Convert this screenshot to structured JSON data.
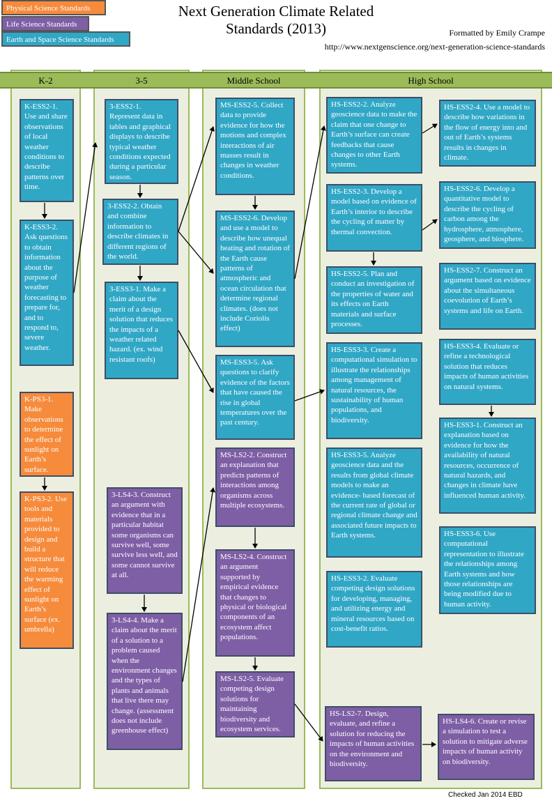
{
  "legend": {
    "physical": "Physical Science Standards",
    "life": "Life Science Standards",
    "earth": "Earth and Space Science Standards"
  },
  "title": "Next Generation Climate Related Standards (2013)",
  "credit": "Formatted by Emily Crampe",
  "url": "http://www.nextgenscience.org/next-generation-science-standards",
  "columns": [
    "K-2",
    "3-5",
    "Middle School",
    "High School"
  ],
  "colors": {
    "physical": "#f68b3c",
    "life": "#7e5fa5",
    "earth": "#31a7c6",
    "column_border": "#9bbb59",
    "column_bg": "#ecefe0"
  },
  "standards": {
    "k_ess2_1": "K-ESS2-1. Use and share observations of local weather conditions to describe patterns over time.",
    "k_ess3_2": "K-ESS3-2. Ask questions to obtain information about the purpose of weather forecasting to prepare for, and to respond to, severe weather.",
    "k_ps3_1": "K-PS3-1. Make observations to determine the effect of sunlight on Earth’s surface.",
    "k_ps3_2": "K-PS3-2. Use tools and materials provided to design and build a structure that will reduce the warming effect of sunlight on Earth’s surface (ex. umbrella)",
    "g3_ess2_1": "3-ESS2-1. Represent data in tables and graphical displays to describe typical weather conditions expected during a particular season.",
    "g3_ess2_2": "3-ESS2-2. Obtain and combine information to describe climates in different regions of the world.",
    "g3_ess3_1": "3-ESS3-1. Make a claim about the merit of a design solution that reduces the impacts of a weather related hazard. (ex. wind resistant roofs)",
    "g3_ls4_3": "3-LS4-3. Construct an argument with evidence that in a particular habitat some organisms can survive well, some survive less well, and some cannot survive at all.",
    "g3_ls4_4": "3-LS4-4. Make a claim about the merit of a solution to a problem caused when the environment changes and the types of plants and animals that live there may change. (assessment does not include greenhouse effect)",
    "ms_ess2_5": "MS-ESS2-5. Collect data to provide evidence for how the motions and complex interactions of air masses result in changes in weather conditions.",
    "ms_ess2_6": "MS-ESS2-6. Develop and use a model to describe how unequal heating and rotation of the Earth cause patterns of atmospheric and ocean circulation that determine regional climates. (does not include Coriolis effect)",
    "ms_ess3_5": "MS-ESS3-5. Ask questions to clarify evidence of the factors that have caused the rise in global temperatures over the past century.",
    "ms_ls2_2": "MS-LS2-2. Construct an explanation that predicts patterns of interactions among organisms across multiple ecosystems.",
    "ms_ls2_4": "MS-LS2-4. Construct an argument supported by empirical evidence that changes to physical or biological components of an ecosystem affect populations.",
    "ms_ls2_5": "MS-LS2-5. Evaluate competing design solutions for maintaining biodiversity and ecosystem services.",
    "hs_ess2_2": "HS-ESS2-2. Analyze geoscience data to make the claim that one change to Earth’s surface can create feedbacks that cause changes to other Earth systems.",
    "hs_ess2_3": "HS-ESS2-3. Develop a model based on evidence of Earth’s interior to describe the cycling of matter by thermal convection.",
    "hs_ess2_5": "HS-ESS2-5. Plan and conduct an investigation of the properties of water and its effects on Earth materials and surface processes.",
    "hs_ess3_3": "HS-ESS3-3. Create a computational simulation to illustrate the relationships among management of natural resources, the sustainability of human populations, and biodiversity.",
    "hs_ess3_5": "HS-ESS3-5. Analyze geoscience data and the results from global climate models to make an evidence- based forecast of the current rate of global or regional climate change and associated future impacts to Earth systems.",
    "hs_ess3_2": "HS-ESS3-2. Evaluate competing design solutions for developing, managing, and utilizing energy and mineral resources based on cost-benefit ratios.",
    "hs_ls2_7": "HS-LS2-7. Design, evaluate, and refine a solution for reducing the impacts of human activities on the environment and biodiversity.",
    "hs_ess2_4": "HS-ESS2-4. Use a model to describe how variations in the flow of energy into and out of Earth’s systems results in changes in climate.",
    "hs_ess2_6": "HS-ESS2-6. Develop a quantitative model to describe the cycling of carbon among the hydrosphere, atmosphere, geosphere, and biosphere.",
    "hs_ess2_7": "HS-ESS2-7. Construct an argument based on evidence about the simultaneous coevolution of Earth’s systems and life on Earth.",
    "hs_ess3_4": "HS-ESS3-4. Evaluate or refine a technological solution that reduces impacts of human activities on natural systems.",
    "hs_ess3_1": "HS-ESS3-1. Construct an explanation based on evidence for how the availability of natural resources, occurrence of natural hazards, and changes in climate have influenced human activity.",
    "hs_ess3_6": "HS-ESS3-6. Use computational representation to illustrate the relationships among Earth systems and how those relationships are being modified due to human activity.",
    "hs_ls4_6": "HS-LS4-6. Create or revise a simulation to test a solution to mitigate adverse impacts of human activity on biodiversity."
  },
  "footnote": "Checked Jan 2014 EBD"
}
